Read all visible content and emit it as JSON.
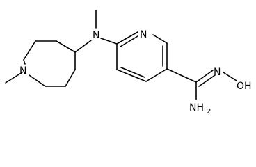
{
  "molecule": {
    "atoms": {
      "n_amine": "N",
      "n_pyridine": "N",
      "n_piperidine": "N",
      "oh_label": "OH",
      "oh_prefix": "N",
      "nh2_main": "NH",
      "nh2_sub": "2"
    },
    "colors": {
      "bond": "#000000",
      "label": "#000000",
      "background": "#ffffff"
    }
  }
}
